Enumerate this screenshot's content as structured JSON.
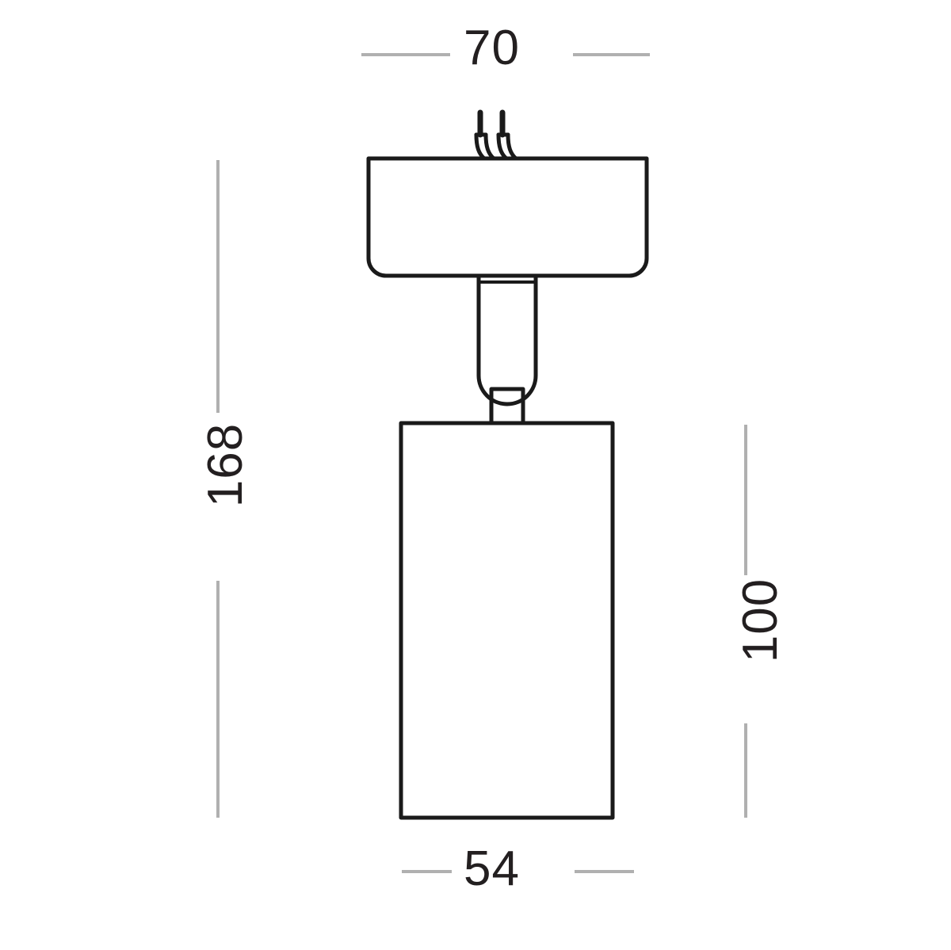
{
  "drawing": {
    "title": "Spotlight technical dimension drawing",
    "units": "mm",
    "line_color_outline": "#1a1a1a",
    "line_color_dimension": "#b0b0b0",
    "background_color": "#ffffff"
  },
  "dimensions": {
    "width_top": {
      "value": "70",
      "name": "mounting-plate-width",
      "orientation": "horizontal",
      "position": "top"
    },
    "height_total": {
      "value": "168",
      "name": "total-height",
      "orientation": "vertical",
      "position": "left"
    },
    "height_body": {
      "value": "100",
      "name": "cylinder-body-height",
      "orientation": "vertical",
      "position": "right"
    },
    "width_bottom": {
      "value": "54",
      "name": "cylinder-body-diameter",
      "orientation": "horizontal",
      "position": "bottom"
    }
  },
  "parts": {
    "wires": "supply-wires",
    "mount_plate": "ceiling-mount-plate",
    "neck": "adjustable-neck-arm",
    "joint": "neck-to-body-joint",
    "body": "cylindrical-lamp-body"
  }
}
